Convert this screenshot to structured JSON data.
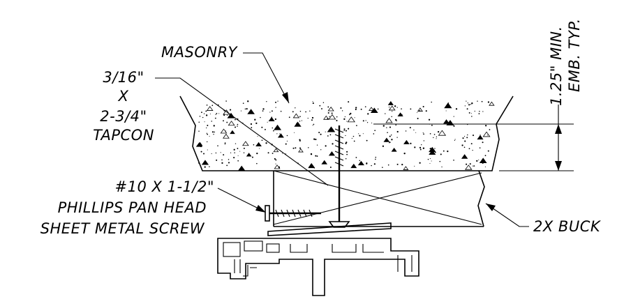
{
  "labels": {
    "masonry": "MASONRY",
    "tapcon_line1": "3/16\"",
    "tapcon_line2": "X",
    "tapcon_line3": "2-3/4\"",
    "tapcon_line4": "TAPCON",
    "screw_line1": "#10 X 1-1/2\"",
    "screw_line2": "PHILLIPS PAN HEAD",
    "screw_line3": "SHEET METAL SCREW",
    "buck": "2X BUCK",
    "embed_line1": "1.25\" MIN.",
    "embed_line2": "EMB. TYP."
  }
}
